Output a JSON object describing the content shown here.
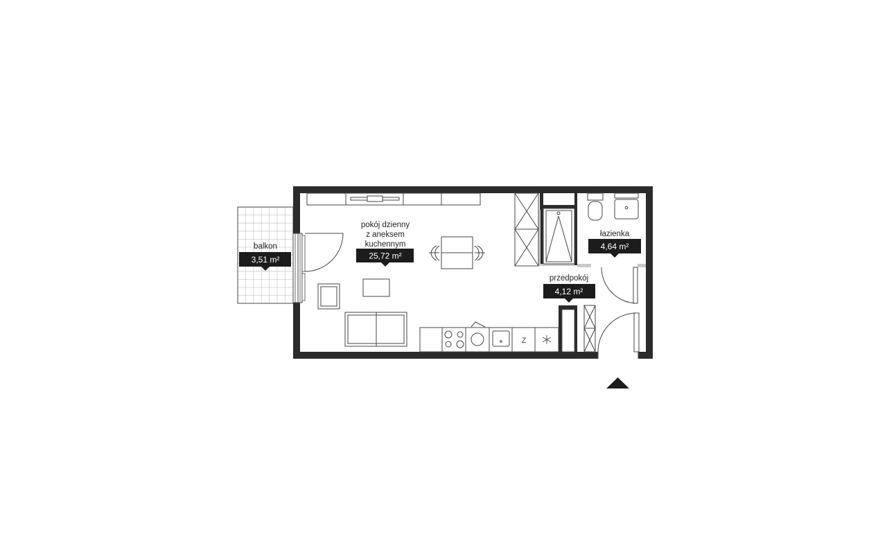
{
  "rooms": {
    "living": {
      "label_lines": [
        "pokój dzienny",
        "z aneksem",
        "kuchennym"
      ],
      "area": "25,72 m²"
    },
    "balcony": {
      "label": "balkon",
      "area": "3,51 m²"
    },
    "bathroom": {
      "label": "łazienka",
      "area": "4,64 m²"
    },
    "hall": {
      "label": "przedpokój",
      "area": "4,12 m²"
    }
  },
  "icons": {
    "north": "north-arrow-icon",
    "fridge": "snowflake-icon",
    "freezer": "z-icon"
  },
  "colors": {
    "wall": "#2b2b2b",
    "label_bg": "#1c1c1c",
    "label_text": "#ffffff",
    "partition": "#c8c8c8",
    "fixture_line": "#444444"
  }
}
